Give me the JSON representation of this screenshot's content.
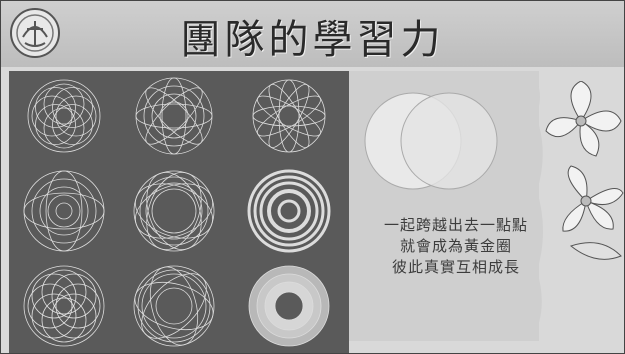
{
  "slide": {
    "title": "團隊的學習力",
    "quote_lines": [
      "一起跨越出去一點點",
      "就會成為黃金圈",
      "彼此真實互相成長"
    ]
  },
  "icons": {
    "logo": "emblem-icon",
    "flower": "flower-decoration-icon",
    "venn": "venn-circles-icon",
    "spirograph": "spirograph-icon"
  },
  "colors": {
    "title_bar": "#c4c4c4",
    "dark_panel": "#5a5a5a",
    "light_panel": "#cfcfcf",
    "title_text": "#2a2a2a"
  }
}
